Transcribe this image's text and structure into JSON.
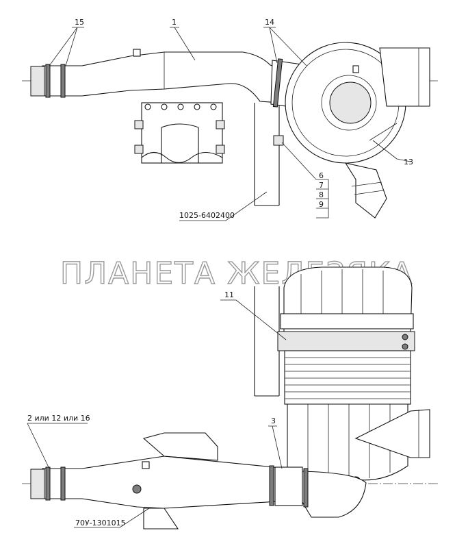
{
  "watermark": "ПЛАНЕТА ЖЕЛЕЗЯКА",
  "callouts": {
    "c15": "15",
    "c1": "1",
    "c14": "14",
    "c13": "13",
    "c6": "6",
    "c7": "7",
    "c8": "8",
    "c9": "9",
    "ref_top": "1025-6402400",
    "c11": "11",
    "c_alt": "2 или 12 или 16",
    "c3": "3",
    "ref_bottom": "70У-1301015"
  }
}
